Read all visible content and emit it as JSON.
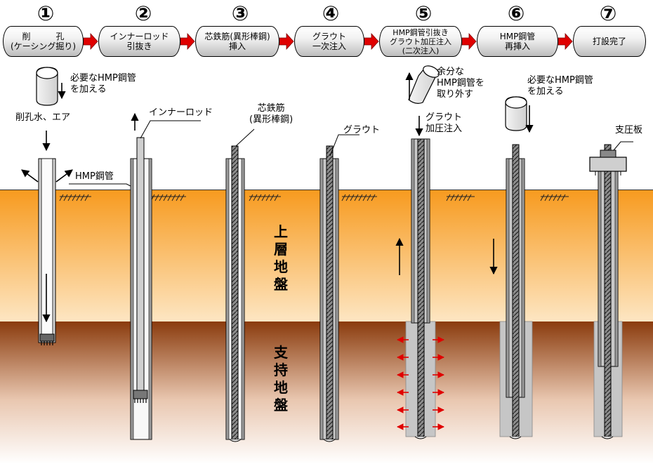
{
  "steps": [
    {
      "num": "①",
      "label": "削　　　孔\n(ケーシング掘り)"
    },
    {
      "num": "②",
      "label": "インナーロッド\n引抜き"
    },
    {
      "num": "③",
      "label": "芯鉄筋(異形棒鋼)\n挿入"
    },
    {
      "num": "④",
      "label": "グラウト\n一次注入"
    },
    {
      "num": "⑤",
      "label": "HMP鋼管引抜き\nグラウト加圧注入\n(二次注入)"
    },
    {
      "num": "⑥",
      "label": "HMP鋼管\n再挿入"
    },
    {
      "num": "⑦",
      "label": "打設完了"
    }
  ],
  "captions": {
    "add_pipe_1": "必要なHMP鋼管\nを加える",
    "drilling_water_air": "削孔水、エア",
    "hmp_pipe": "HMP鋼管",
    "inner_rod": "インナーロッド",
    "rebar": "芯鉄筋\n(異形棒鋼)",
    "grout": "グラウト",
    "remove_pipe": "余分な\nHMP鋼管を\n取り外す",
    "grout_pressure": "グラウト\n加圧注入",
    "add_pipe_2": "必要なHMP鋼管\nを加える",
    "bearing_plate": "支圧板"
  },
  "layers": {
    "upper": "上\n層\n地\n盤",
    "support": "支\n持\n地\n盤"
  },
  "colors": {
    "upper_ground_top": "#f79a1e",
    "upper_ground_bottom": "#fde6c3",
    "support_ground_top": "#8a3b0d",
    "support_ground_bottom": "#ffffff",
    "step_arrow": "#e00000",
    "grout_gray": "#c0c0c0",
    "pipe_gray": "#9a9a9a"
  }
}
